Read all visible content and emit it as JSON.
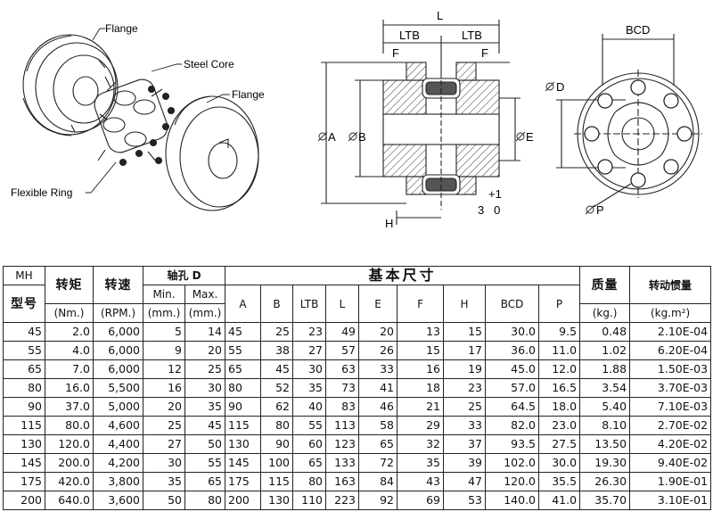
{
  "drawing": {
    "labels": {
      "flange_top": "Flange",
      "steel_core": "Steel Core",
      "flange_right": "Flange",
      "flexible_ring": "Flexible Ring"
    },
    "dims": {
      "L": "L",
      "LTB_left": "LTB",
      "LTB_right": "LTB",
      "F_left": "F",
      "F_right": "F",
      "A": "A",
      "B": "B",
      "E": "E",
      "H": "H",
      "tol_plus": "+1",
      "tol_range": "3   0",
      "D": "D",
      "BCD": "BCD",
      "P": "P"
    }
  },
  "table": {
    "headers": {
      "mh": "MH",
      "model": "型号",
      "torque": "转矩",
      "torque_unit": "(Nm.)",
      "speed": "转速",
      "speed_unit": "(RPM.)",
      "bore": "轴孔 D",
      "bore_min": "Min.",
      "bore_max": "Max.",
      "bore_min_unit": "(mm.)",
      "bore_max_unit": "(mm.)",
      "basic_dims": "基本尺寸",
      "A": "A",
      "B": "B",
      "LTB": "LTB",
      "L": "L",
      "E": "E",
      "F": "F",
      "H": "H",
      "BCD": "BCD",
      "P": "P",
      "mass": "质量",
      "mass_unit": "(kg.)",
      "inertia": "转动惯量",
      "inertia_unit": "(kg.m²)"
    },
    "rows": [
      [
        "45",
        "2.0",
        "6,000",
        "5",
        "14",
        "45",
        "25",
        "23",
        "49",
        "20",
        "13",
        "15",
        "30.0",
        "9.5",
        "0.48",
        "2.10E-04"
      ],
      [
        "55",
        "4.0",
        "6,000",
        "9",
        "20",
        "55",
        "38",
        "27",
        "57",
        "26",
        "15",
        "17",
        "36.0",
        "11.0",
        "1.02",
        "6.20E-04"
      ],
      [
        "65",
        "7.0",
        "6,000",
        "12",
        "25",
        "65",
        "45",
        "30",
        "63",
        "33",
        "16",
        "19",
        "45.0",
        "12.0",
        "1.88",
        "1.50E-03"
      ],
      [
        "80",
        "16.0",
        "5,500",
        "16",
        "30",
        "80",
        "52",
        "35",
        "73",
        "41",
        "18",
        "23",
        "57.0",
        "16.5",
        "3.54",
        "3.70E-03"
      ],
      [
        "90",
        "37.0",
        "5,000",
        "20",
        "35",
        "90",
        "62",
        "40",
        "83",
        "46",
        "21",
        "25",
        "64.5",
        "18.0",
        "5.40",
        "7.10E-03"
      ],
      [
        "115",
        "80.0",
        "4,600",
        "25",
        "45",
        "115",
        "80",
        "55",
        "113",
        "58",
        "29",
        "33",
        "82.0",
        "23.0",
        "8.10",
        "2.70E-02"
      ],
      [
        "130",
        "120.0",
        "4,400",
        "27",
        "50",
        "130",
        "90",
        "60",
        "123",
        "65",
        "32",
        "37",
        "93.5",
        "27.5",
        "13.50",
        "4.20E-02"
      ],
      [
        "145",
        "200.0",
        "4,200",
        "30",
        "55",
        "145",
        "100",
        "65",
        "133",
        "72",
        "35",
        "39",
        "102.0",
        "30.0",
        "19.30",
        "9.40E-02"
      ],
      [
        "175",
        "420.0",
        "3,800",
        "35",
        "65",
        "175",
        "115",
        "80",
        "163",
        "84",
        "43",
        "47",
        "120.0",
        "35.5",
        "26.30",
        "1.90E-01"
      ],
      [
        "200",
        "640.0",
        "3,600",
        "50",
        "80",
        "200",
        "130",
        "110",
        "223",
        "92",
        "69",
        "53",
        "140.0",
        "41.0",
        "35.70",
        "3.10E-01"
      ]
    ]
  }
}
